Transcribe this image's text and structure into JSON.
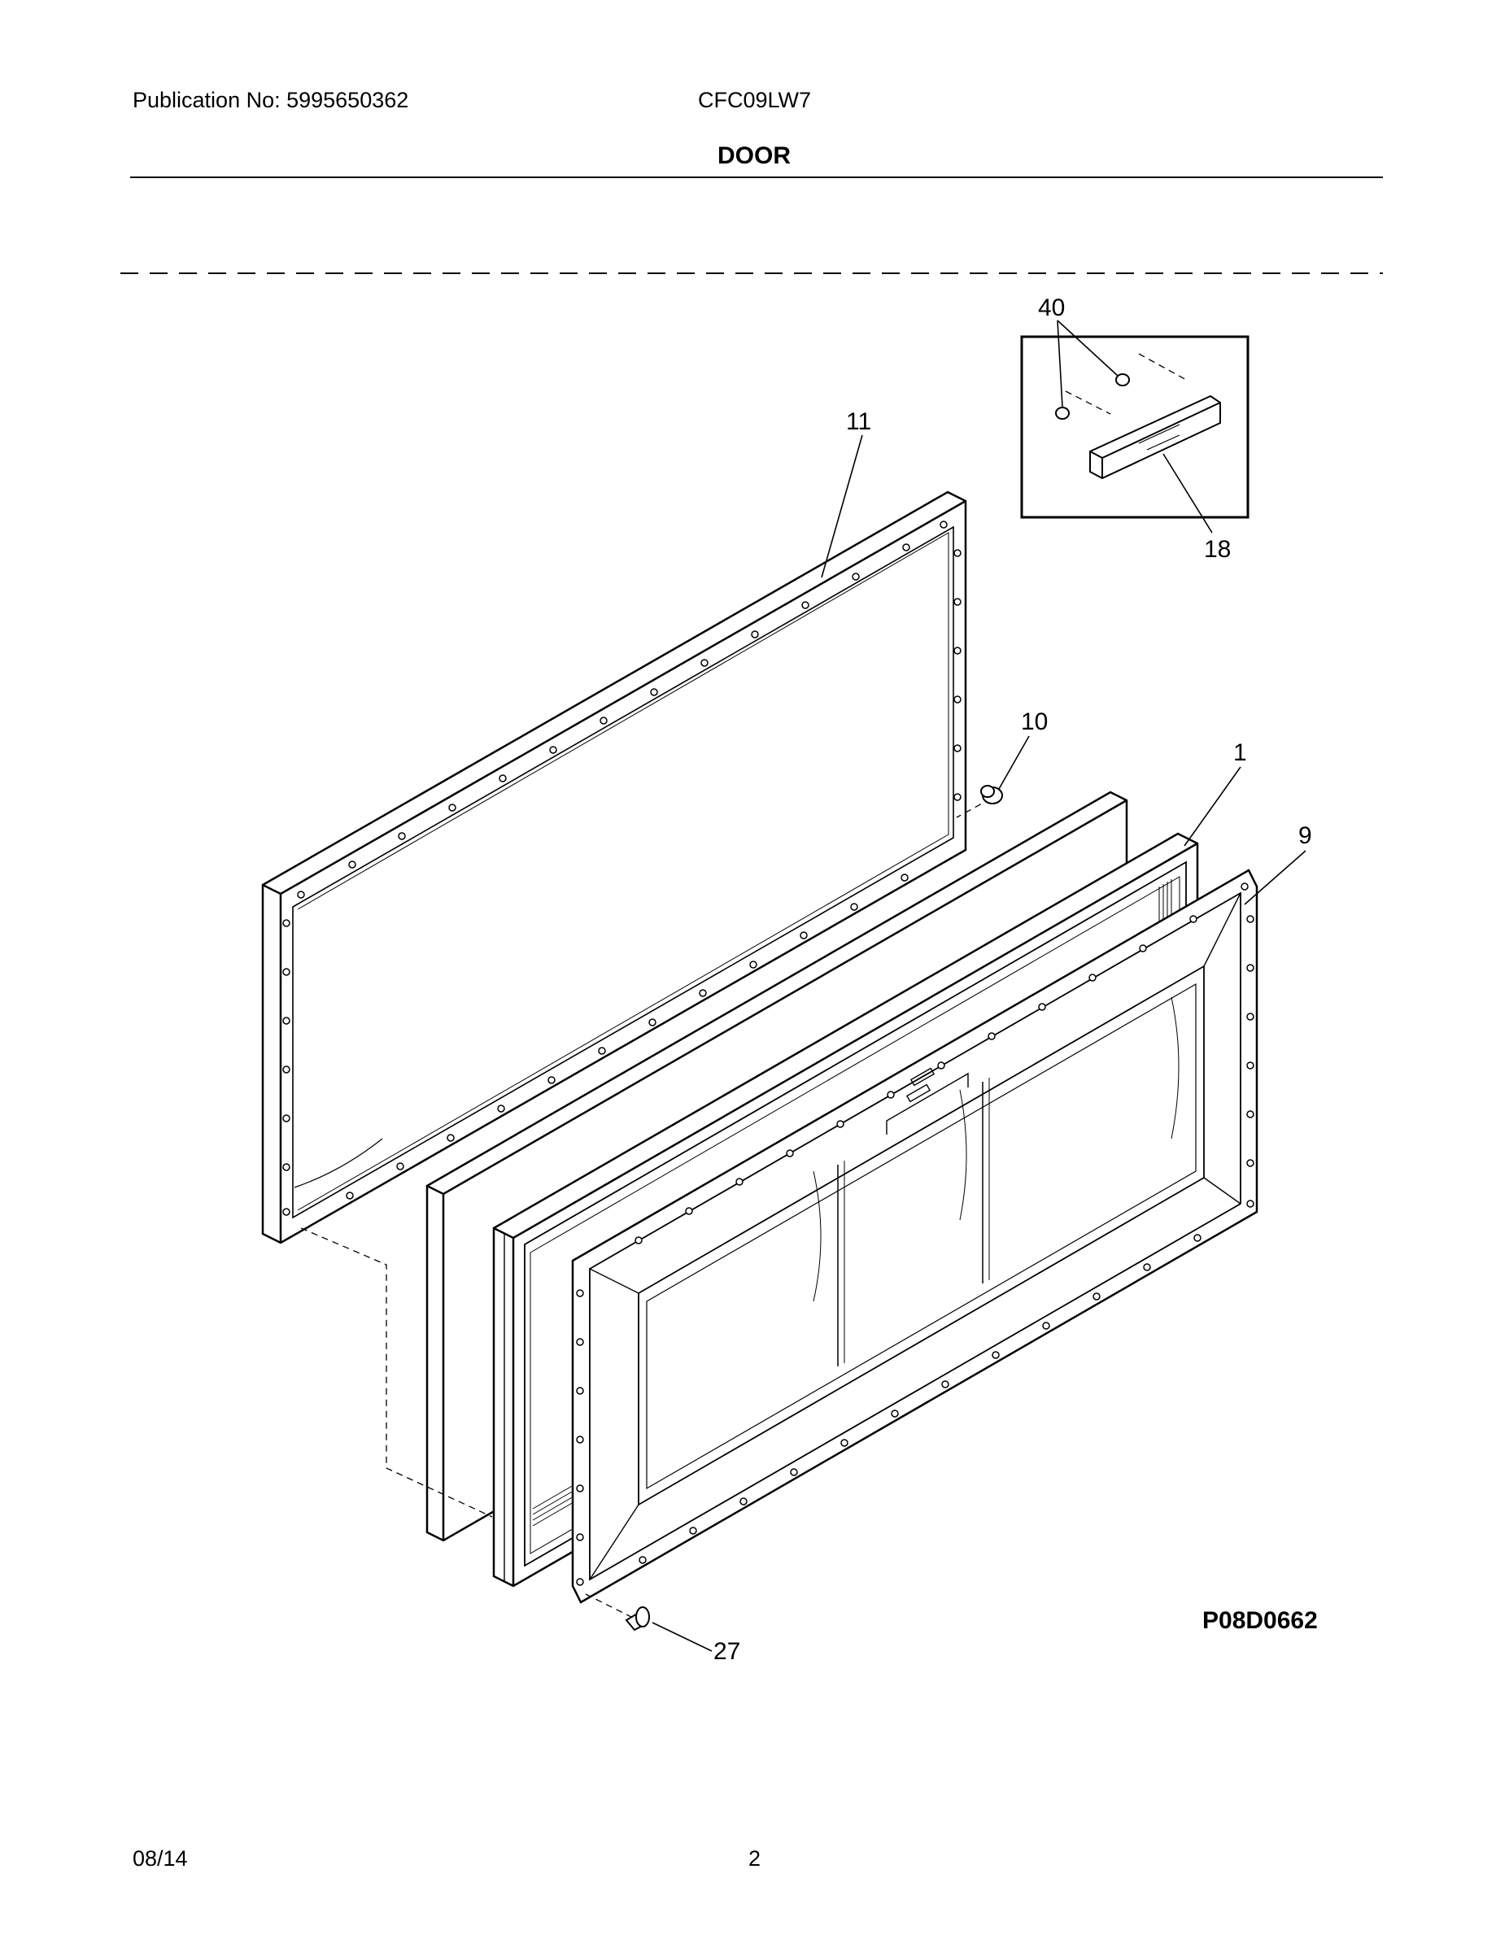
{
  "header": {
    "publication": "Publication No: 5995650362",
    "model": "CFC09LW7",
    "title": "DOOR"
  },
  "diagram": {
    "callouts": [
      "40",
      "11",
      "18",
      "10",
      "1",
      "9",
      "27"
    ],
    "drawing_code": "P08D0662"
  },
  "footer": {
    "date": "08/14",
    "page": "2"
  }
}
